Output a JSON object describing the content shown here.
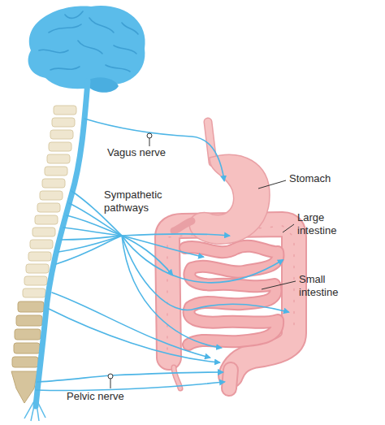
{
  "diagram": {
    "labels": [
      "Vagus nerve",
      "Stomach",
      "Sympathetic pathways",
      "Large intestine",
      "Small intestine",
      "Pelvic nerve"
    ]
  }
}
